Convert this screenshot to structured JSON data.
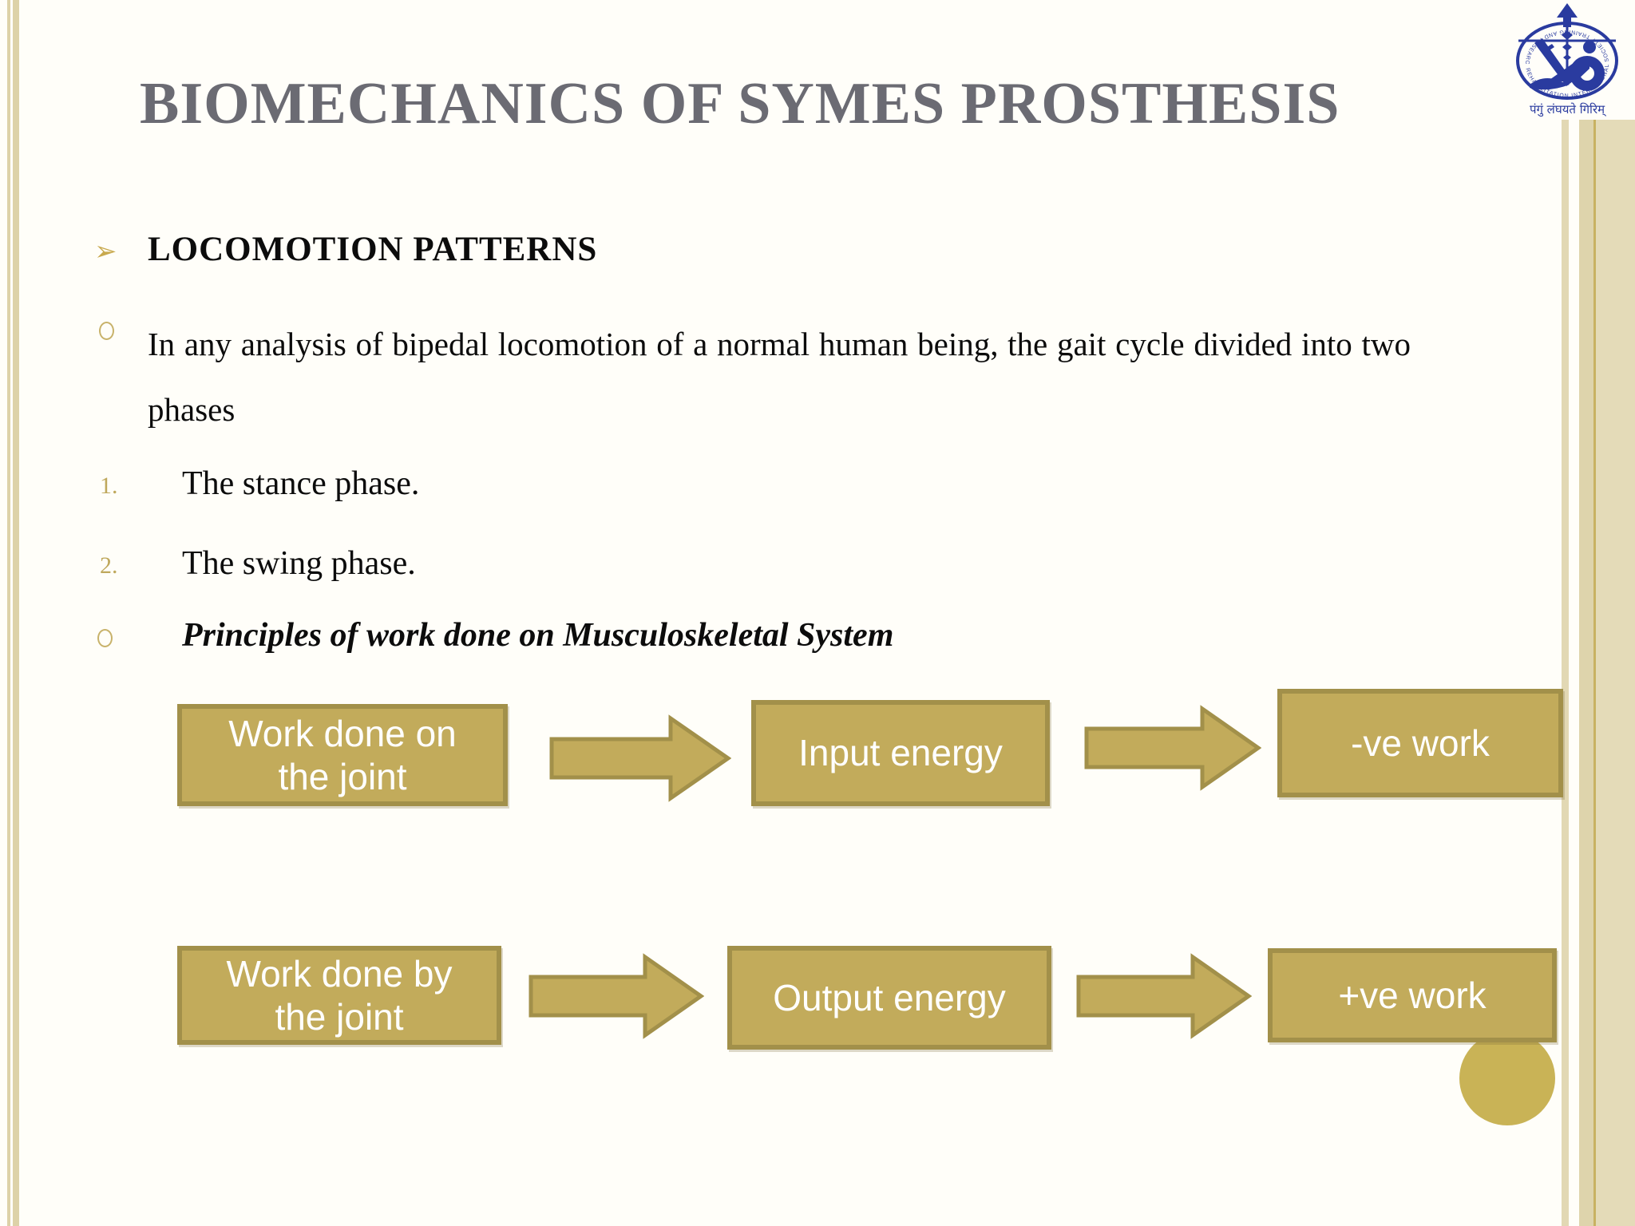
{
  "title": "BIOMECHANICS OF SYMES PROSTHESIS",
  "logo": {
    "ring_text": "REHABILITATION INTERNATIONAL SOCIETY  TRAINING AND RESEARCH",
    "motto": "पंगुं लंघयते गिरिम्",
    "color": "#2a3b9f"
  },
  "bullets": {
    "heading_marker": "➢",
    "heading": "LOCOMOTION PATTERNS",
    "paragraph": "In any analysis of bipedal locomotion of a normal human being, the gait cycle divided into two phases",
    "numbered": [
      {
        "marker": "1.",
        "text": "The stance phase."
      },
      {
        "marker": "2.",
        "text": "The swing phase."
      }
    ],
    "subheading": "Principles of work done on Musculoskeletal System"
  },
  "diagram": {
    "colors": {
      "box_fill": "#c2ab5b",
      "box_border": "#a2904a",
      "accent_circle": "#c9b356"
    },
    "rows": [
      {
        "boxes": [
          {
            "line1": "Work done on",
            "line2": "the  joint"
          },
          {
            "line1": "Input energy",
            "line2": ""
          },
          {
            "line1": "-ve work",
            "line2": ""
          }
        ]
      },
      {
        "boxes": [
          {
            "line1": "Work done by",
            "line2": "the joint"
          },
          {
            "line1": "Output energy",
            "line2": ""
          },
          {
            "line1": "+ve work",
            "line2": ""
          }
        ]
      }
    ]
  }
}
